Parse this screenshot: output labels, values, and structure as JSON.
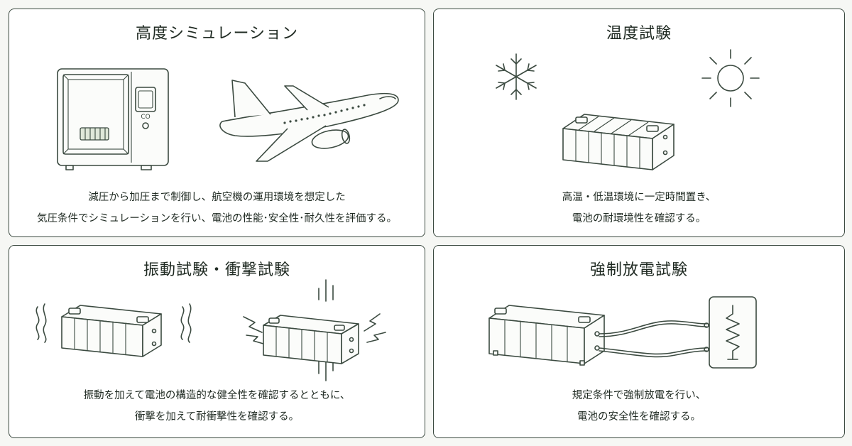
{
  "panels": {
    "altitude": {
      "title": "高度シミュレーション",
      "desc": [
        "減圧から加圧まで制御し、航空機の運用環境を想定した",
        "気圧条件でシミュレーションを行い、電池の性能･安全性･耐久性を評価する。"
      ],
      "chamber_display": "CO"
    },
    "temperature": {
      "title": "温度試験",
      "desc": [
        "高温・低温環境に一定時間置き、",
        "電池の耐環境性を確認する。"
      ]
    },
    "vibration": {
      "title": "振動試験・衝撃試験",
      "desc": [
        "振動を加えて電池の構造的な健全性を確認するとともに、",
        "衝撃を加えて耐衝撃性を確認する。"
      ]
    },
    "discharge": {
      "title": "強制放電試験",
      "desc": [
        "規定条件で強制放電を行い、",
        "電池の安全性を確認する。"
      ]
    }
  },
  "colors": {
    "border": "#3b4a40",
    "background": "#f6f7f4",
    "panel": "#ffffff",
    "text": "#1f2a22"
  },
  "icons": [
    "test-chamber-icon",
    "airplane-icon",
    "snowflake-icon",
    "sun-icon",
    "battery-icon",
    "vibration-wave-icon",
    "impact-spark-icon",
    "resistor-icon"
  ]
}
